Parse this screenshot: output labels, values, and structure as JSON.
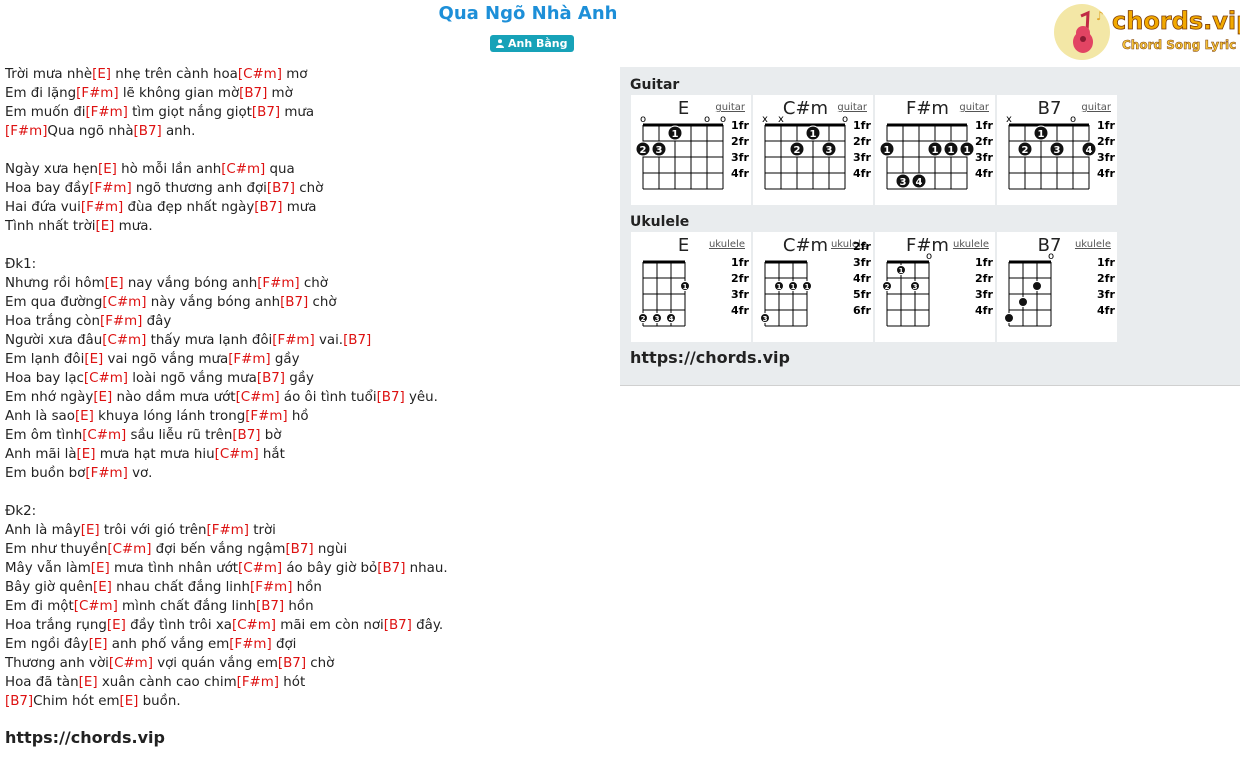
{
  "title": "Qua Ngõ Nhà Anh",
  "artist": "Anh Bằng",
  "logo": {
    "brand": "chords.vip",
    "tagline": "Chord Song Lyric"
  },
  "lyrics": [
    [
      [
        "t",
        "Trời mưa nhè"
      ],
      [
        "c",
        "[E]"
      ],
      [
        "t",
        " nhẹ trên cành hoa"
      ],
      [
        "c",
        "[C#m]"
      ],
      [
        "t",
        " mơ"
      ]
    ],
    [
      [
        "t",
        "Em đi lặng"
      ],
      [
        "c",
        "[F#m]"
      ],
      [
        "t",
        " lẽ không gian mờ"
      ],
      [
        "c",
        "[B7]"
      ],
      [
        "t",
        " mờ"
      ]
    ],
    [
      [
        "t",
        "Em muốn đi"
      ],
      [
        "c",
        "[F#m]"
      ],
      [
        "t",
        " tìm giọt nắng giọt"
      ],
      [
        "c",
        "[B7]"
      ],
      [
        "t",
        " mưa"
      ]
    ],
    [
      [
        "c",
        "[F#m]"
      ],
      [
        "t",
        "Qua ngõ nhà"
      ],
      [
        "c",
        "[B7]"
      ],
      [
        "t",
        " anh."
      ]
    ],
    [],
    [
      [
        "t",
        "Ngày xưa hẹn"
      ],
      [
        "c",
        "[E]"
      ],
      [
        "t",
        " hò mỗi lần anh"
      ],
      [
        "c",
        "[C#m]"
      ],
      [
        "t",
        " qua"
      ]
    ],
    [
      [
        "t",
        "Hoa bay đầy"
      ],
      [
        "c",
        "[F#m]"
      ],
      [
        "t",
        " ngõ thương anh đợi"
      ],
      [
        "c",
        "[B7]"
      ],
      [
        "t",
        " chờ"
      ]
    ],
    [
      [
        "t",
        "Hai đứa vui"
      ],
      [
        "c",
        "[F#m]"
      ],
      [
        "t",
        " đùa đẹp nhất ngày"
      ],
      [
        "c",
        "[B7]"
      ],
      [
        "t",
        " mưa"
      ]
    ],
    [
      [
        "t",
        "Tình nhất trời"
      ],
      [
        "c",
        "[E]"
      ],
      [
        "t",
        " mưa."
      ]
    ],
    [],
    [
      [
        "t",
        "Đk1:"
      ]
    ],
    [
      [
        "t",
        "Nhưng rồi hôm"
      ],
      [
        "c",
        "[E]"
      ],
      [
        "t",
        " nay vắng bóng anh"
      ],
      [
        "c",
        "[F#m]"
      ],
      [
        "t",
        " chờ"
      ]
    ],
    [
      [
        "t",
        "Em qua đường"
      ],
      [
        "c",
        "[C#m]"
      ],
      [
        "t",
        " này vắng bóng anh"
      ],
      [
        "c",
        "[B7]"
      ],
      [
        "t",
        " chờ"
      ]
    ],
    [
      [
        "t",
        "Hoa trắng còn"
      ],
      [
        "c",
        "[F#m]"
      ],
      [
        "t",
        " đây"
      ]
    ],
    [
      [
        "t",
        "Người xưa đâu"
      ],
      [
        "c",
        "[C#m]"
      ],
      [
        "t",
        " thấy mưa lạnh đôi"
      ],
      [
        "c",
        "[F#m]"
      ],
      [
        "t",
        " vai."
      ],
      [
        "c",
        "[B7]"
      ]
    ],
    [
      [
        "t",
        "Em lạnh đôi"
      ],
      [
        "c",
        "[E]"
      ],
      [
        "t",
        " vai ngõ vắng mưa"
      ],
      [
        "c",
        "[F#m]"
      ],
      [
        "t",
        " gầy"
      ]
    ],
    [
      [
        "t",
        "Hoa bay lạc"
      ],
      [
        "c",
        "[C#m]"
      ],
      [
        "t",
        " loài ngõ vắng mưa"
      ],
      [
        "c",
        "[B7]"
      ],
      [
        "t",
        " gầy"
      ]
    ],
    [
      [
        "t",
        "Em nhớ ngày"
      ],
      [
        "c",
        "[E]"
      ],
      [
        "t",
        " nào dầm mưa ướt"
      ],
      [
        "c",
        "[C#m]"
      ],
      [
        "t",
        " áo ôi tình tuổi"
      ],
      [
        "c",
        "[B7]"
      ],
      [
        "t",
        " yêu."
      ]
    ],
    [
      [
        "t",
        "Anh là sao"
      ],
      [
        "c",
        "[E]"
      ],
      [
        "t",
        " khuya lóng lánh trong"
      ],
      [
        "c",
        "[F#m]"
      ],
      [
        "t",
        " hồ"
      ]
    ],
    [
      [
        "t",
        "Em ôm tình"
      ],
      [
        "c",
        "[C#m]"
      ],
      [
        "t",
        " sầu liễu rũ trên"
      ],
      [
        "c",
        "[B7]"
      ],
      [
        "t",
        " bờ"
      ]
    ],
    [
      [
        "t",
        "Anh mãi là"
      ],
      [
        "c",
        "[E]"
      ],
      [
        "t",
        " mưa hạt mưa hiu"
      ],
      [
        "c",
        "[C#m]"
      ],
      [
        "t",
        " hắt"
      ]
    ],
    [
      [
        "t",
        "Em buồn bơ"
      ],
      [
        "c",
        "[F#m]"
      ],
      [
        "t",
        " vơ."
      ]
    ],
    [],
    [
      [
        "t",
        "Đk2:"
      ]
    ],
    [
      [
        "t",
        "Anh là mây"
      ],
      [
        "c",
        "[E]"
      ],
      [
        "t",
        " trôi với gió trên"
      ],
      [
        "c",
        "[F#m]"
      ],
      [
        "t",
        " trời"
      ]
    ],
    [
      [
        "t",
        "Em như thuyền"
      ],
      [
        "c",
        "[C#m]"
      ],
      [
        "t",
        " đợi bến vắng ngậm"
      ],
      [
        "c",
        "[B7]"
      ],
      [
        "t",
        " ngùi"
      ]
    ],
    [
      [
        "t",
        "Mây vẫn làm"
      ],
      [
        "c",
        "[E]"
      ],
      [
        "t",
        " mưa tình nhân ướt"
      ],
      [
        "c",
        "[C#m]"
      ],
      [
        "t",
        " áo bây giờ bỏ"
      ],
      [
        "c",
        "[B7]"
      ],
      [
        "t",
        " nhau."
      ]
    ],
    [
      [
        "t",
        "Bây giờ quên"
      ],
      [
        "c",
        "[E]"
      ],
      [
        "t",
        " nhau chất đắng linh"
      ],
      [
        "c",
        "[F#m]"
      ],
      [
        "t",
        " hồn"
      ]
    ],
    [
      [
        "t",
        "Em đi một"
      ],
      [
        "c",
        "[C#m]"
      ],
      [
        "t",
        " mình chất đắng linh"
      ],
      [
        "c",
        "[B7]"
      ],
      [
        "t",
        " hồn"
      ]
    ],
    [
      [
        "t",
        "Hoa trắng rụng"
      ],
      [
        "c",
        "[E]"
      ],
      [
        "t",
        " đầy tình trôi xa"
      ],
      [
        "c",
        "[C#m]"
      ],
      [
        "t",
        " mãi em còn nơi"
      ],
      [
        "c",
        "[B7]"
      ],
      [
        "t",
        " đây."
      ]
    ],
    [
      [
        "t",
        "Em ngồi đây"
      ],
      [
        "c",
        "[E]"
      ],
      [
        "t",
        " anh phố vắng em"
      ],
      [
        "c",
        "[F#m]"
      ],
      [
        "t",
        " đợi"
      ]
    ],
    [
      [
        "t",
        "Thương anh vời"
      ],
      [
        "c",
        "[C#m]"
      ],
      [
        "t",
        " vợi quán vắng em"
      ],
      [
        "c",
        "[B7]"
      ],
      [
        "t",
        " chờ"
      ]
    ],
    [
      [
        "t",
        "Hoa đã tàn"
      ],
      [
        "c",
        "[E]"
      ],
      [
        "t",
        " xuân cành cao chim"
      ],
      [
        "c",
        "[F#m]"
      ],
      [
        "t",
        " hót"
      ]
    ],
    [
      [
        "c",
        "[B7]"
      ],
      [
        "t",
        "Chim hót em"
      ],
      [
        "c",
        "[E]"
      ],
      [
        "t",
        " buồn."
      ]
    ]
  ],
  "lyrics_footer": "https://chords.vip",
  "panel": {
    "guitar_label": "Guitar",
    "ukulele_label": "Ukulele",
    "footer": "https://chords.vip",
    "guitar_chords": [
      {
        "name": "E",
        "type": "guitar",
        "frets": [
          "1fr",
          "2fr",
          "3fr",
          "4fr"
        ],
        "markers": [
          "o",
          "",
          "",
          "",
          "o",
          "o"
        ],
        "dots": [
          [
            2,
            1,
            "1"
          ],
          [
            0,
            2,
            "2"
          ],
          [
            1,
            2,
            "3"
          ]
        ]
      },
      {
        "name": "C#m",
        "type": "guitar",
        "frets": [
          "1fr",
          "2fr",
          "3fr",
          "4fr"
        ],
        "markers": [
          "x",
          "x",
          "",
          "",
          "",
          "o"
        ],
        "dots": [
          [
            3,
            1,
            "1"
          ],
          [
            2,
            2,
            "2"
          ],
          [
            4,
            2,
            "3"
          ]
        ]
      },
      {
        "name": "F#m",
        "type": "guitar",
        "frets": [
          "1fr",
          "2fr",
          "3fr",
          "4fr"
        ],
        "markers": [
          "",
          "",
          "",
          "",
          "",
          ""
        ],
        "dots": [
          [
            0,
            2,
            "1"
          ],
          [
            3,
            2,
            "1"
          ],
          [
            4,
            2,
            "1"
          ],
          [
            5,
            2,
            "1"
          ],
          [
            1,
            4,
            "3"
          ],
          [
            2,
            4,
            "4"
          ]
        ]
      },
      {
        "name": "B7",
        "type": "guitar",
        "frets": [
          "1fr",
          "2fr",
          "3fr",
          "4fr"
        ],
        "markers": [
          "x",
          "",
          "",
          "",
          "o",
          ""
        ],
        "dots": [
          [
            2,
            1,
            "1"
          ],
          [
            1,
            2,
            "2"
          ],
          [
            3,
            2,
            "3"
          ],
          [
            5,
            2,
            "4"
          ]
        ]
      }
    ],
    "ukulele_chords": [
      {
        "name": "E",
        "type": "ukulele",
        "frets": [
          "1fr",
          "2fr",
          "3fr",
          "4fr"
        ],
        "markers": [
          "",
          "",
          "",
          ""
        ],
        "dots": [
          [
            3,
            2,
            "1"
          ],
          [
            0,
            4,
            "2"
          ],
          [
            1,
            4,
            "3"
          ],
          [
            2,
            4,
            "4"
          ]
        ]
      },
      {
        "name": "C#m",
        "type": "ukulele",
        "frets": [
          "2fr",
          "3fr",
          "4fr",
          "5fr",
          "6fr"
        ],
        "markers": [
          "",
          "",
          "",
          ""
        ],
        "dots": [
          [
            1,
            2,
            "1"
          ],
          [
            2,
            2,
            "1"
          ],
          [
            3,
            2,
            "1"
          ],
          [
            0,
            4,
            "3"
          ]
        ]
      },
      {
        "name": "F#m",
        "type": "ukulele",
        "frets": [
          "1fr",
          "2fr",
          "3fr",
          "4fr"
        ],
        "markers": [
          "",
          "",
          "",
          "o"
        ],
        "dots": [
          [
            1,
            1,
            "1"
          ],
          [
            0,
            2,
            "2"
          ],
          [
            2,
            2,
            "3"
          ]
        ]
      },
      {
        "name": "B7",
        "type": "ukulele",
        "frets": [
          "1fr",
          "2fr",
          "3fr",
          "4fr"
        ],
        "markers": [
          "",
          "",
          "",
          "o"
        ],
        "dots": [
          [
            2,
            2,
            ""
          ],
          [
            1,
            3,
            ""
          ],
          [
            0,
            4,
            ""
          ]
        ]
      }
    ]
  }
}
